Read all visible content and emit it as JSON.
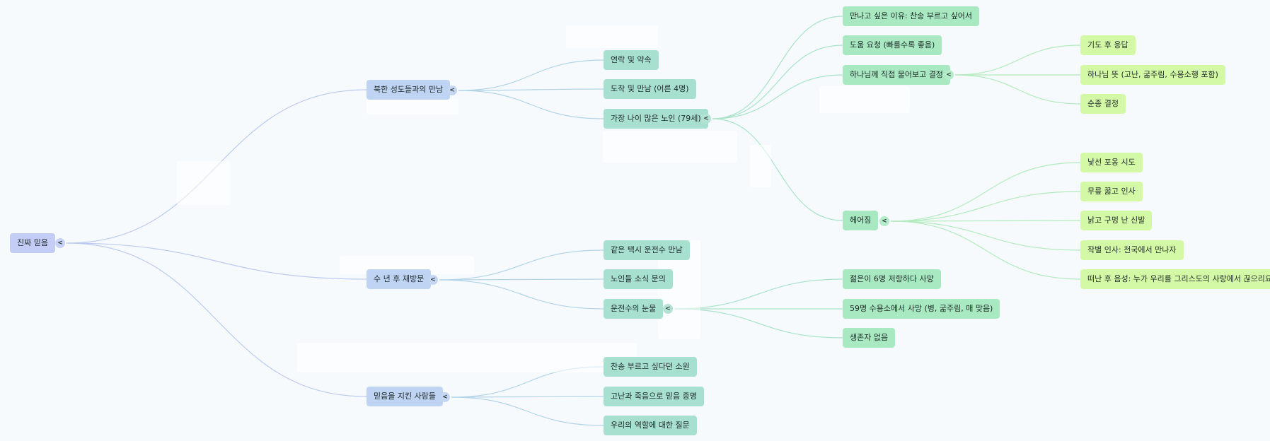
{
  "toggle_glyph": "<",
  "colors": {
    "background": "#f7fafd",
    "edge_level1": "#bccaf0",
    "edge_level2": "#b2d4e8",
    "edge_level3": "#a8e3c8",
    "edge_level4": "#b2ebbd"
  },
  "mindmap": {
    "root": {
      "label": "진짜 믿음"
    },
    "branches": [
      {
        "label": "북한 성도들과의 만남",
        "children": [
          {
            "label": "연락 및 약속"
          },
          {
            "label": "도착 및 만남 (어른 4명)"
          },
          {
            "label": "가장 나이 많은 노인 (79세)",
            "children": [
              {
                "label": "만나고 싶은 이유: 찬송 부르고 싶어서"
              },
              {
                "label": "도움 요청 (빠를수록 좋음)"
              },
              {
                "label": "하나님께 직접 물어보고 결정",
                "children": [
                  {
                    "label": "기도 후 응답"
                  },
                  {
                    "label": "하나님 뜻 (고난, 굶주림, 수용소행 포함)"
                  },
                  {
                    "label": "순종 결정"
                  }
                ]
              },
              {
                "label": "헤어짐",
                "children": [
                  {
                    "label": "낯선 포옹 시도"
                  },
                  {
                    "label": "무릎 꿇고 인사"
                  },
                  {
                    "label": "낡고 구멍 난 신발"
                  },
                  {
                    "label": "작별 인사: 천국에서 만나자"
                  },
                  {
                    "label": "떠난 후 음성: 누가 우리를 그리스도의 사랑에서 끊으리요"
                  }
                ]
              }
            ]
          }
        ]
      },
      {
        "label": "수 년 후 재방문",
        "children": [
          {
            "label": "같은 택시 운전수 만남"
          },
          {
            "label": "노인들 소식 문의"
          },
          {
            "label": "운전수의 눈물",
            "children": [
              {
                "label": "젊은이 6명 저항하다 사망"
              },
              {
                "label": "59명 수용소에서 사망 (병, 굶주림, 매 맞음)"
              },
              {
                "label": "생존자 없음"
              }
            ]
          }
        ]
      },
      {
        "label": "믿음을 지킨 사람들",
        "children": [
          {
            "label": "찬송 부르고 싶다던 소원"
          },
          {
            "label": "고난과 죽음으로 믿음 증명"
          },
          {
            "label": "우리의 역할에 대한 질문"
          }
        ]
      }
    ]
  }
}
